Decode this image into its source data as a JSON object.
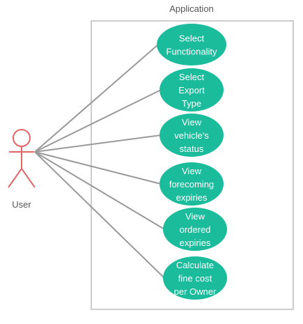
{
  "system": {
    "title": "Application"
  },
  "actor": {
    "label": "User"
  },
  "use_cases": [
    {
      "lines": [
        "Select",
        "Functionality"
      ]
    },
    {
      "lines": [
        "Select",
        "Export",
        "Type"
      ]
    },
    {
      "lines": [
        "View",
        "vehicle's",
        "status"
      ]
    },
    {
      "lines": [
        "View",
        "forecoming",
        "expiries"
      ]
    },
    {
      "lines": [
        "View",
        "ordered",
        "expiries"
      ]
    },
    {
      "lines": [
        "Calculate",
        "fine cost",
        "per Owner"
      ]
    }
  ],
  "colors": {
    "use_case_fill": "#1abc9c",
    "actor_stroke": "#e06666",
    "association": "#999999",
    "boundary": "#bbbbbb"
  }
}
